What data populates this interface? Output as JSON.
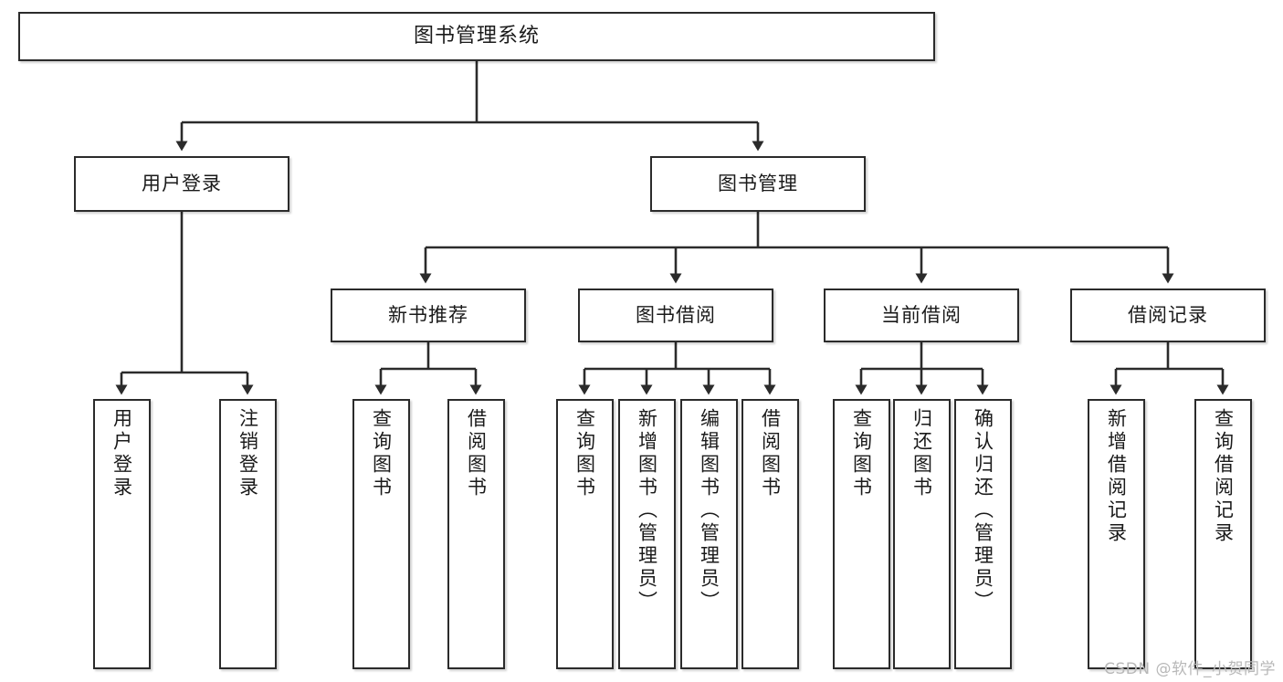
{
  "diagram": {
    "title": "图书管理系统",
    "type": "tree",
    "colors": {
      "box_border": "#2b2b2b",
      "box_fill": "#ffffff",
      "connector": "#2b2b2b",
      "text": "#1a1a1a",
      "watermark": "#b8b8b8"
    },
    "nodes": {
      "root": {
        "label": "图书管理系统"
      },
      "level2": [
        {
          "id": "user-login",
          "label": "用户登录"
        },
        {
          "id": "book-manage",
          "label": "图书管理"
        }
      ],
      "level3": [
        {
          "id": "new-book-rec",
          "label": "新书推荐"
        },
        {
          "id": "book-borrow",
          "label": "图书借阅"
        },
        {
          "id": "current-borrow",
          "label": "当前借阅"
        },
        {
          "id": "borrow-record",
          "label": "借阅记录"
        }
      ],
      "leaves": {
        "user-login": [
          {
            "id": "leaf-user-login",
            "label": "用户登录"
          },
          {
            "id": "leaf-user-logout",
            "label": "注销登录"
          }
        ],
        "new-book-rec": [
          {
            "id": "leaf-query-book-1",
            "label": "查询图书"
          },
          {
            "id": "leaf-borrow-book-1",
            "label": "借阅图书"
          }
        ],
        "book-borrow": [
          {
            "id": "leaf-query-book-2",
            "label": "查询图书"
          },
          {
            "id": "leaf-add-book",
            "label": "新增图书（管理员）"
          },
          {
            "id": "leaf-edit-book",
            "label": "编辑图书（管理员）"
          },
          {
            "id": "leaf-borrow-book-2",
            "label": "借阅图书"
          }
        ],
        "current-borrow": [
          {
            "id": "leaf-query-book-3",
            "label": "查询图书"
          },
          {
            "id": "leaf-return-book",
            "label": "归还图书"
          },
          {
            "id": "leaf-confirm-return",
            "label": "确认归还（管理员）"
          }
        ],
        "borrow-record": [
          {
            "id": "leaf-add-record",
            "label": "新增借阅记录"
          },
          {
            "id": "leaf-query-record",
            "label": "查询借阅记录"
          }
        ]
      }
    },
    "watermark": "CSDN @软件_小贺同学"
  }
}
